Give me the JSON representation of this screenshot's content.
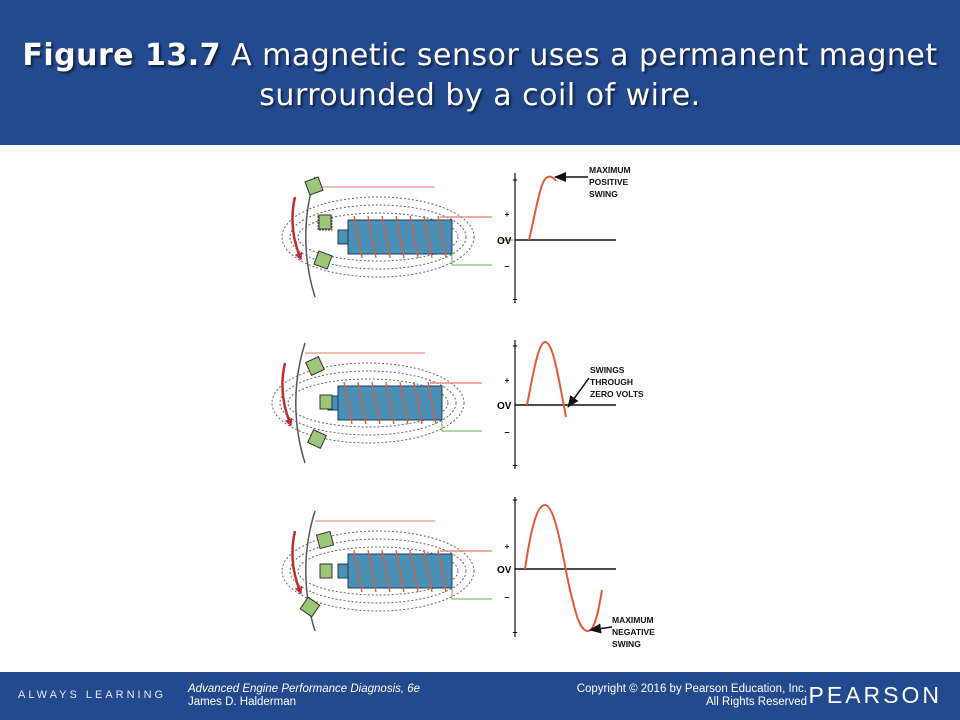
{
  "header": {
    "figure_label": "Figure 13.7",
    "caption": " A magnetic sensor uses a permanent magnet surrounded by a coil of wire."
  },
  "diagram": {
    "axis": {
      "plus": "+",
      "zero": "OV",
      "minus": "–"
    },
    "panels": [
      {
        "callout": [
          "MAXIMUM",
          "POSITIVE",
          "SWING"
        ]
      },
      {
        "callout": [
          "SWINGS",
          "THROUGH",
          "ZERO VOLTS"
        ]
      },
      {
        "callout": [
          "MAXIMUM",
          "NEGATIVE",
          "SWING"
        ]
      }
    ]
  },
  "footer": {
    "tagline": "ALWAYS LEARNING",
    "book_title": "Advanced Engine Performance Diagnosis, 6e",
    "author": "James D. Halderman",
    "copyright": "Copyright © 2016 by Pearson Education, Inc.",
    "rights": "All Rights Reserved",
    "publisher": "PEARSON"
  },
  "colors": {
    "header_bg": "#23498f",
    "magnet_fill": "#4a8fb5",
    "coil": "#e05a3a",
    "tooth_fill": "#9cc77a",
    "green_lead": "#6aaa55",
    "arrow": "#c32b34"
  }
}
